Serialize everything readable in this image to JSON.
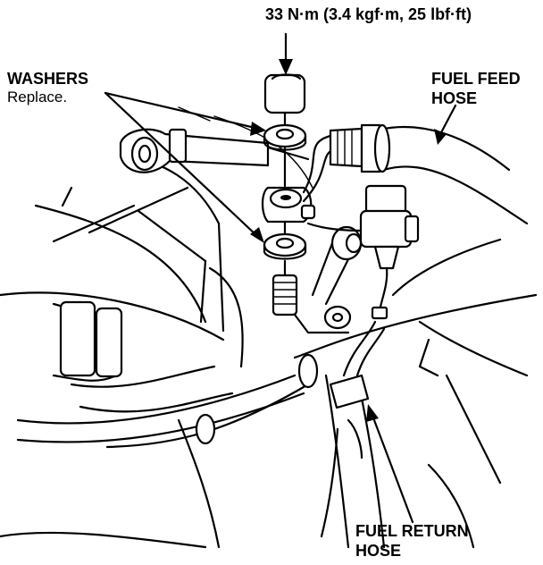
{
  "labels": {
    "torque": "33 N·m (3.4 kgf·m, 25 lbf·ft)",
    "washers": "WASHERS",
    "washers_note": "Replace.",
    "fuel_feed_1": "FUEL FEED",
    "fuel_feed_2": "HOSE",
    "fuel_return_1": "FUEL RETURN",
    "fuel_return_2": "HOSE"
  }
}
